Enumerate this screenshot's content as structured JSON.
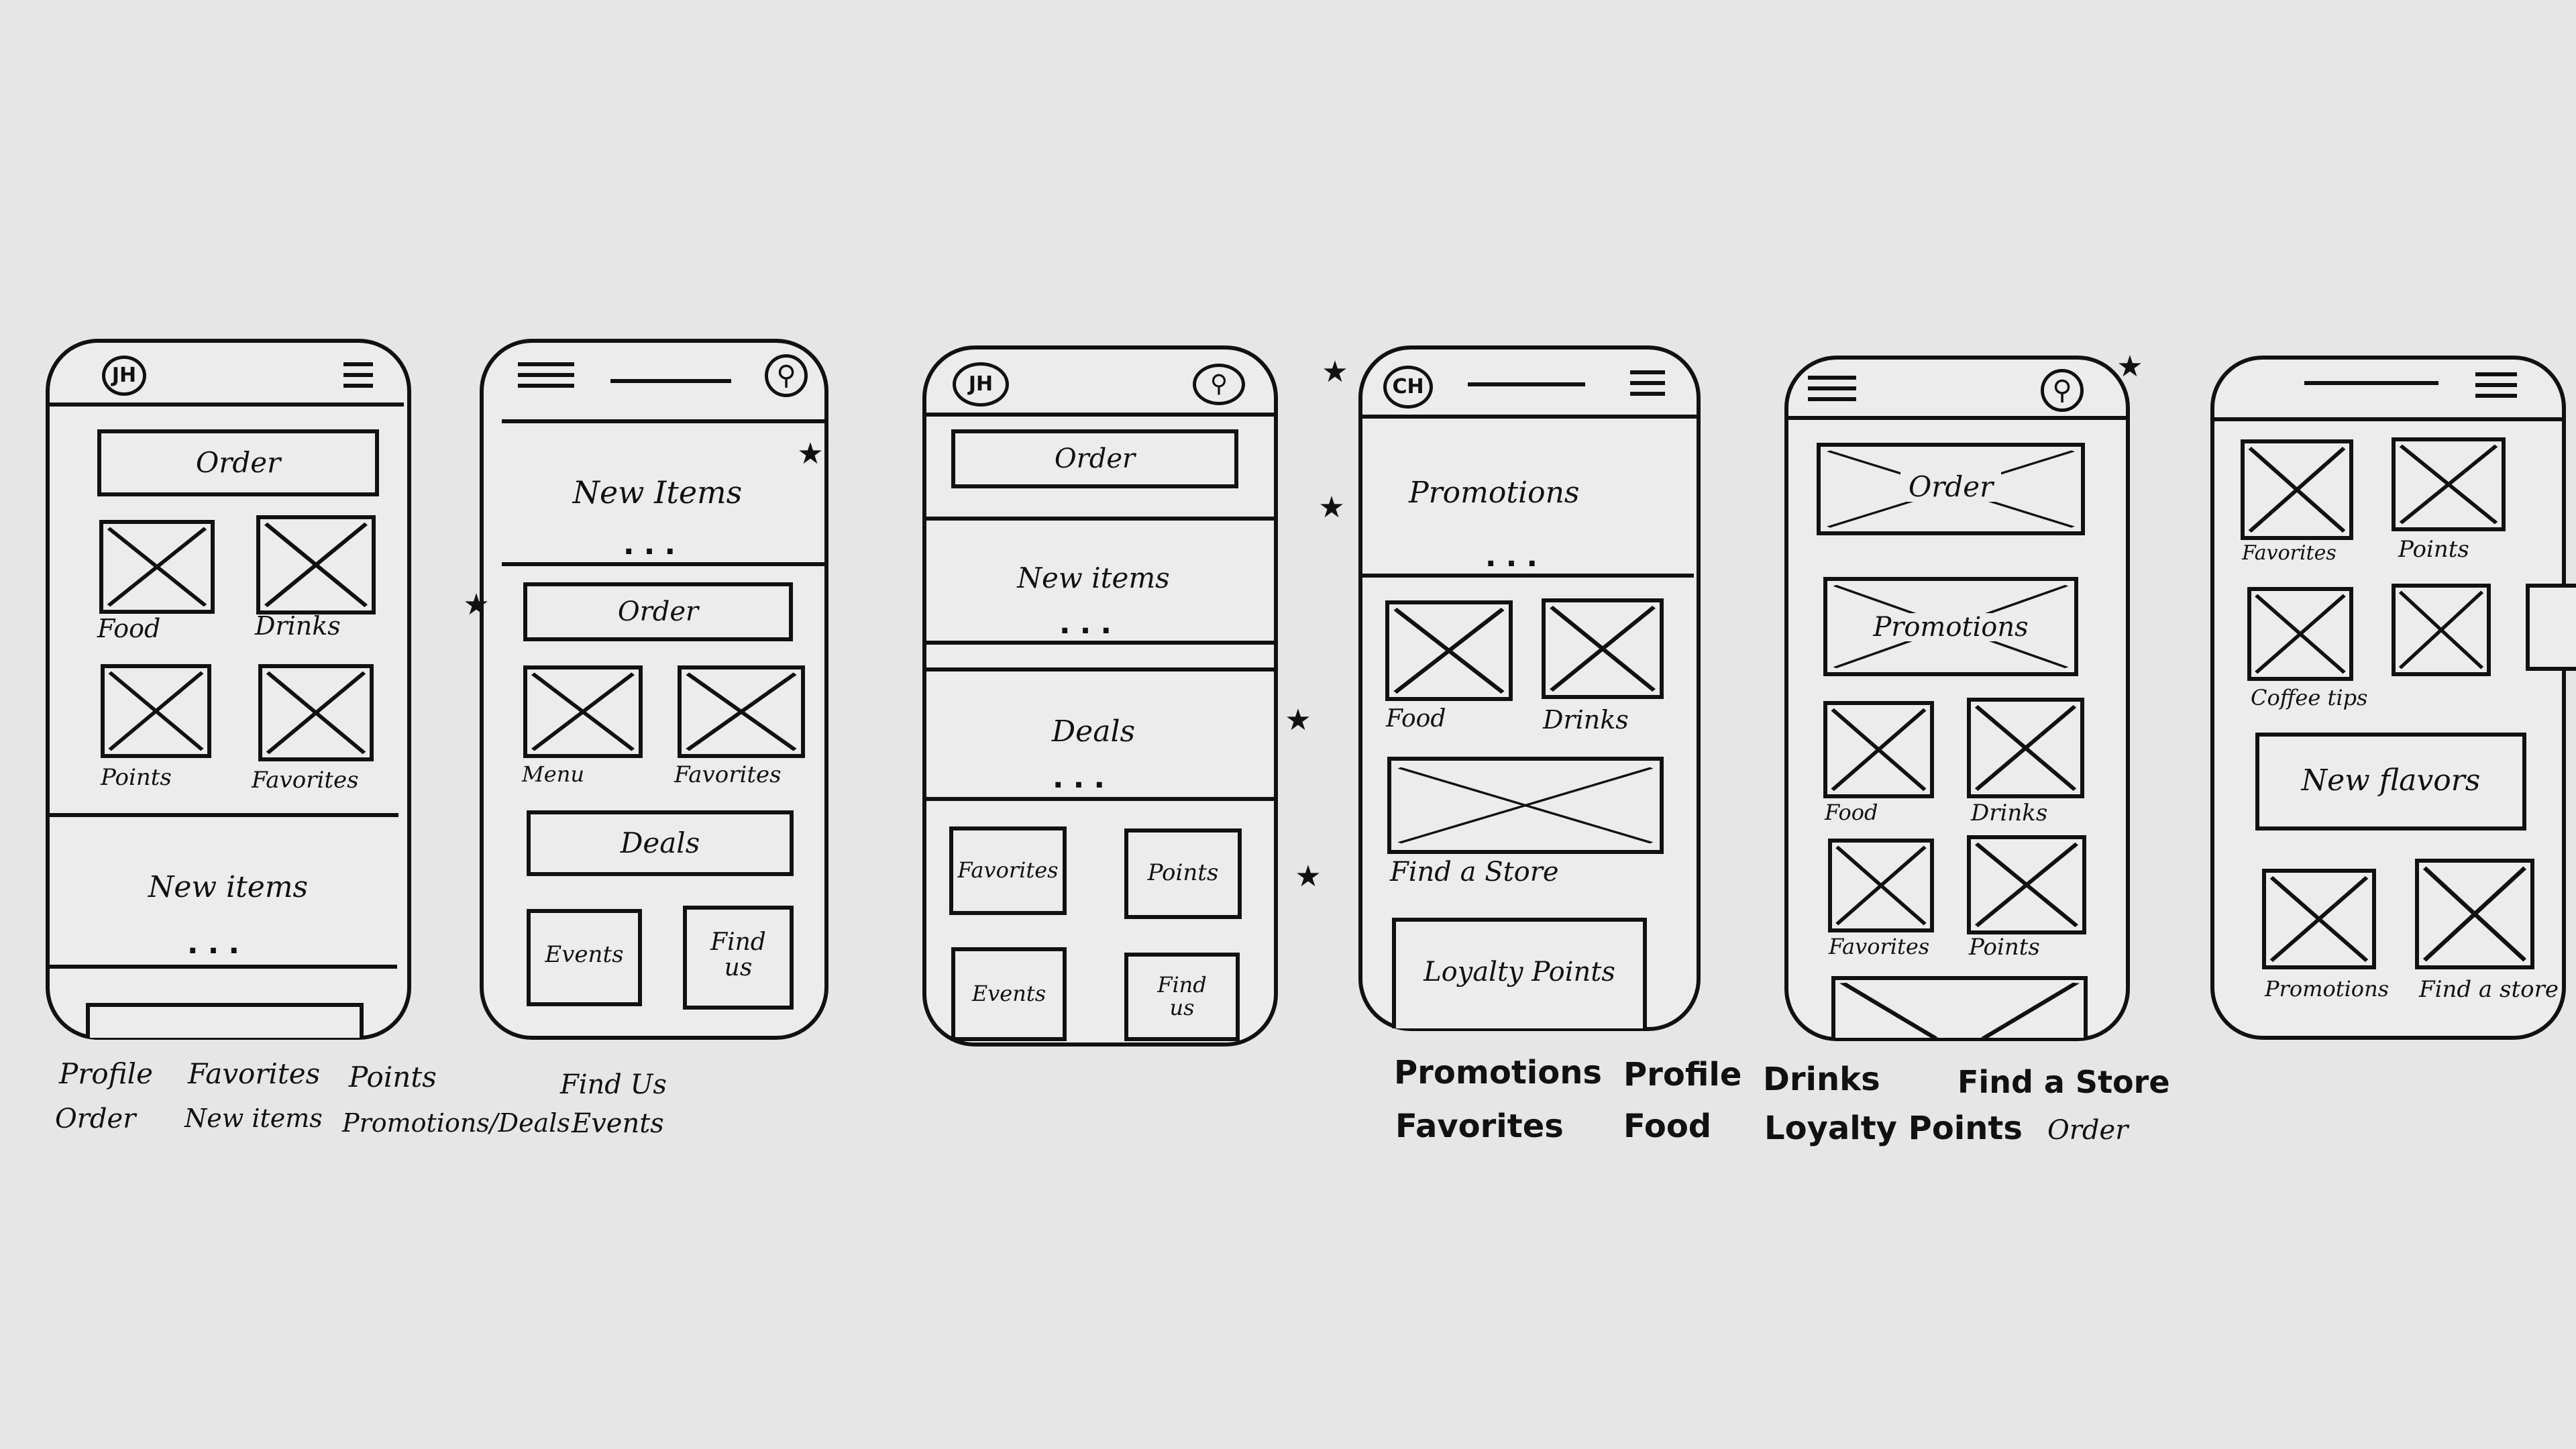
{
  "icons": {
    "star": "★",
    "person": "⚲",
    "dots": "..."
  },
  "screen1": {
    "avatar": "JH",
    "order": "Order",
    "tiles": [
      "Food",
      "Drinks",
      "Points",
      "Favorites"
    ],
    "new_items": "New items"
  },
  "screen2": {
    "new_items": "New Items",
    "order": "Order",
    "tiles": [
      "Menu",
      "Favorites"
    ],
    "deals": "Deals",
    "events": "Events",
    "find_us": "Find us"
  },
  "screen3": {
    "avatar": "JH",
    "order": "Order",
    "new_items": "New items",
    "deals": "Deals",
    "buttons": [
      "Favorites",
      "Points",
      "Events",
      "Find us"
    ]
  },
  "screen4": {
    "avatar": "CH",
    "promotions": "Promotions",
    "tiles": [
      "Food",
      "Drinks"
    ],
    "find_store": "Find a Store",
    "loyalty": "Loyalty Points"
  },
  "screen5": {
    "order": "Order",
    "promotions": "Promotions",
    "tiles": [
      "Food",
      "Drinks",
      "Favorites",
      "Points"
    ]
  },
  "screen6": {
    "tiles_top": [
      "Favorites",
      "Points"
    ],
    "coffee_tips": "Coffee tips",
    "new_flavors": "New flavors",
    "tiles_bottom": [
      "Promotions",
      "Find a store"
    ]
  },
  "notes_left": {
    "col1": [
      "Profile",
      "Order"
    ],
    "col2": [
      "Favorites",
      "New items"
    ],
    "col3": [
      "Points",
      "Promotions/Deals"
    ],
    "col4": [
      "Find Us",
      "Events"
    ]
  },
  "notes_right": {
    "col1": [
      "Promotions",
      "Favorites"
    ],
    "col2": [
      "Profile",
      "Food"
    ],
    "col3": [
      "Drinks",
      "Loyalty Points"
    ],
    "col4": [
      "Find a Store",
      "Order"
    ]
  }
}
